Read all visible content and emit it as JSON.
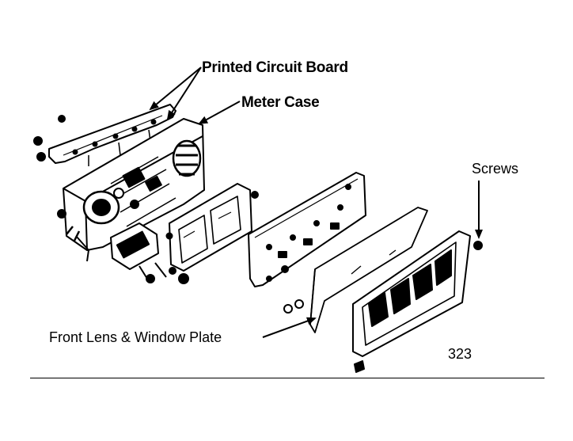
{
  "labels": {
    "printed_circuit_board": "Printed Circuit Board",
    "meter_case": "Meter Case",
    "screws": "Screws",
    "front_lens": "Front Lens & Window Plate"
  },
  "figure_number": "323"
}
